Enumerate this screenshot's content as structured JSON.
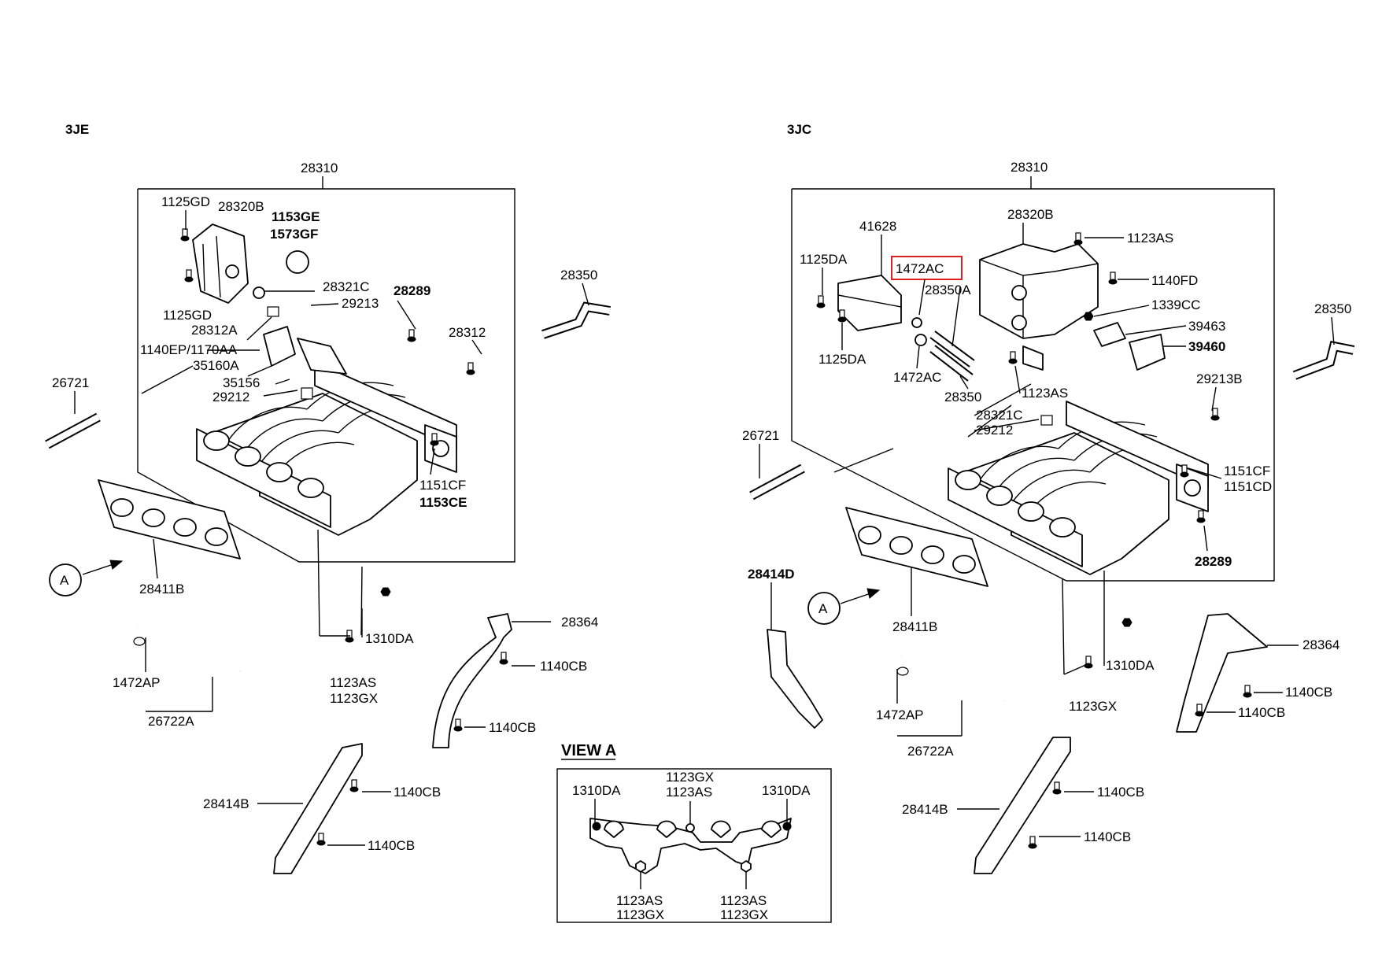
{
  "left": {
    "variant": "3JE",
    "c28310": "28310",
    "c1125GD_top": "1125GD",
    "c28320B": "28320B",
    "c1153GE": "1153GE",
    "c1573GF": "1573GF",
    "c1125GD_bot": "1125GD",
    "c28321C": "28321C",
    "c28289": "28289",
    "c29213": "29213",
    "c28312A": "28312A",
    "c1140EP": "1140EP/1170AA",
    "c35160A": "35160A",
    "c35156": "35156",
    "c29212": "29212",
    "c28312": "28312",
    "c28350": "28350",
    "c26721": "26721",
    "c1151CF": "1151CF",
    "c1153CE": "1153CE",
    "c28411B": "28411B",
    "viewMarker": "A",
    "c1310DA": "1310DA",
    "c1123AS": "1123AS",
    "c1123GX": "1123GX",
    "c1472AP": "1472AP",
    "c26722A": "26722A",
    "c28364": "28364",
    "c1140CB_a": "1140CB",
    "c1140CB_b": "1140CB",
    "c1140CB_c": "1140CB",
    "c1140CB_d": "1140CB",
    "c28414B": "28414B"
  },
  "viewA": {
    "title": "VIEW A",
    "c1310DA_l": "1310DA",
    "c1310DA_r": "1310DA",
    "c1123GX_t": "1123GX",
    "c1123AS_t": "1123AS",
    "c1123AS_l": "1123AS",
    "c1123GX_l": "1123GX",
    "c1123AS_r": "1123AS",
    "c1123GX_r": "1123GX"
  },
  "right": {
    "variant": "3JC",
    "c28310": "28310",
    "c41628": "41628",
    "c28320B": "28320B",
    "c1123AS": "1123AS",
    "c1125DA_t": "1125DA",
    "c1472AC_hl": "1472AC",
    "c1140FD": "1140FD",
    "c28350A": "28350A",
    "c1339CC": "1339CC",
    "c39463": "39463",
    "c39460": "39460",
    "c28350": "28350",
    "c1125DA_b": "1125DA",
    "c1472AC_b": "1472AC",
    "c1123AS_mid": "1123AS",
    "c28350_b": "28350",
    "c29213B": "29213B",
    "c28321C": "28321C",
    "c29212": "29212",
    "c26721": "26721",
    "c1151CF": "1151CF",
    "c1151CD": "1151CD",
    "c28289": "28289",
    "c28414D": "28414D",
    "viewMarker": "A",
    "c28411B": "28411B",
    "c28364": "28364",
    "c1310DA": "1310DA",
    "c1140CB_a": "1140CB",
    "c1123GX": "1123GX",
    "c1472AP": "1472AP",
    "c1140CB_b": "1140CB",
    "c26722A": "26722A",
    "c1140CB_c": "1140CB",
    "c28414B": "28414B",
    "c1140CB_d": "1140CB"
  },
  "colors": {
    "highlight": "#e02020",
    "ink": "#000000"
  }
}
